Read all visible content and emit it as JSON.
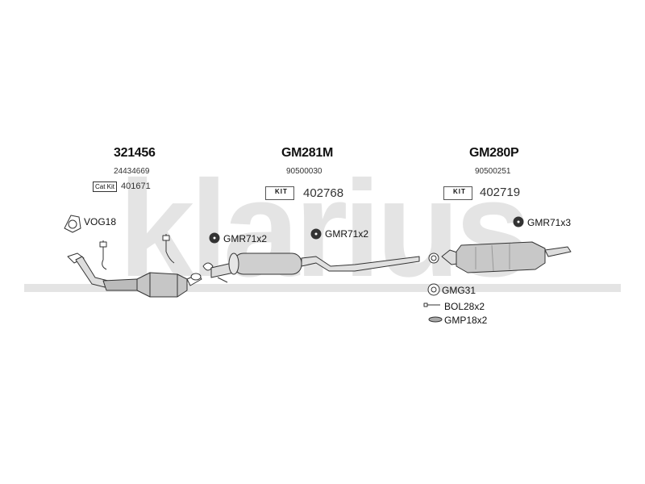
{
  "watermark": {
    "text": "klarius",
    "color": "#e4e4e4"
  },
  "groups": [
    {
      "part_number": "321456",
      "oem": "24434669",
      "catkit_label": "Cat Kit",
      "catkit_ref": "401671"
    },
    {
      "part_number": "GM281M",
      "oem": "90500030",
      "kit_label": "KIT",
      "kit_ref": "402768"
    },
    {
      "part_number": "GM280P",
      "oem": "90500251",
      "kit_label": "KIT",
      "kit_ref": "402719"
    }
  ],
  "fittings": {
    "gasket_front": "VOG18",
    "bracket_left": "GMR71x2",
    "bracket_mid": "GMR71x2",
    "bracket_right": "GMR71x3",
    "clamp": "GMG31",
    "bolt": "BOL28x2",
    "spring": "GMP18x2"
  },
  "colors": {
    "line": "#333333",
    "part_fill": "#d0d0d0",
    "part_dark": "#888888"
  }
}
